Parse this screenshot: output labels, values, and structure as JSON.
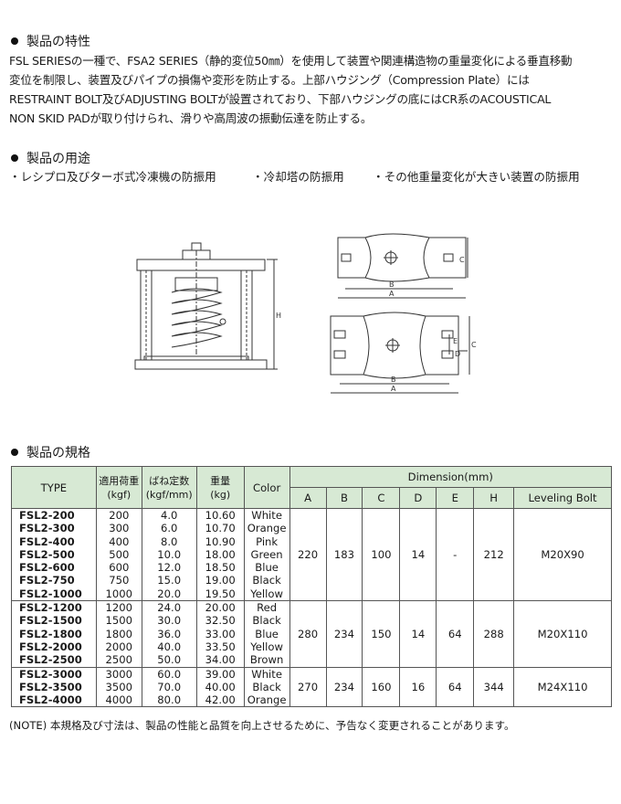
{
  "features": {
    "heading": "製品の特性",
    "lines": [
      "FSL SERIESの一種で、FSA2 SERIES（静的変位50㎜）を使用して装置や関連構造物の重量変化による垂直移動",
      "変位を制限し、装置及びパイプの損傷や変形を防止する。上部ハウジング（Compression Plate）には",
      "RESTRAINT BOLT及びADJUSTING BOLTが設置されており、下部ハウジングの底にはCR系のACOUSTICAL",
      "NON SKID PADが取り付けられ、滑りや高周波の振動伝達を防止する。"
    ]
  },
  "uses": {
    "heading": "製品の用途",
    "items": [
      "・レシプロ及びターボ式冷凍機の防振用",
      "・冷却塔の防振用",
      "・その他重量変化が大きい装置の防振用"
    ]
  },
  "drawing": {
    "label_h": "H",
    "label_a": "A",
    "label_b": "B",
    "label_c": "C",
    "label_d": "D",
    "label_e": "E"
  },
  "spec": {
    "heading": "製品の規格",
    "headers": {
      "type": "TYPE",
      "load": "適用荷重",
      "load_unit": "(kgf)",
      "spring": "ばね定数",
      "spring_unit": "(kgf/mm)",
      "weight": "重量",
      "weight_unit": "(kg)",
      "color": "Color",
      "dimension": "Dimension(mm)",
      "a": "A",
      "b": "B",
      "c": "C",
      "d": "D",
      "e": "E",
      "h": "H",
      "bolt": "Leveling Bolt"
    },
    "groups": [
      {
        "types": [
          "FSL2-200",
          "FSL2-300",
          "FSL2-400",
          "FSL2-500",
          "FSL2-600",
          "FSL2-750",
          "FSL2-1000"
        ],
        "loads": [
          "200",
          "300",
          "400",
          "500",
          "600",
          "750",
          "1000"
        ],
        "springs": [
          "4.0",
          "6.0",
          "8.0",
          "10.0",
          "12.0",
          "15.0",
          "20.0"
        ],
        "weights": [
          "10.60",
          "10.70",
          "10.90",
          "18.00",
          "18.50",
          "19.00",
          "19.50"
        ],
        "colors": [
          "White",
          "Orange",
          "Pink",
          "Green",
          "Blue",
          "Black",
          "Yellow"
        ],
        "a": "220",
        "b": "183",
        "c": "100",
        "d": "14",
        "e": "-",
        "h": "212",
        "bolt": "M20X90"
      },
      {
        "types": [
          "FSL2-1200",
          "FSL2-1500",
          "FSL2-1800",
          "FSL2-2000",
          "FSL2-2500"
        ],
        "loads": [
          "1200",
          "1500",
          "1800",
          "2000",
          "2500"
        ],
        "springs": [
          "24.0",
          "30.0",
          "36.0",
          "40.0",
          "50.0"
        ],
        "weights": [
          "20.00",
          "32.50",
          "33.00",
          "33.50",
          "34.00"
        ],
        "colors": [
          "Red",
          "Black",
          "Blue",
          "Yellow",
          "Brown"
        ],
        "a": "280",
        "b": "234",
        "c": "150",
        "d": "14",
        "e": "64",
        "h": "288",
        "bolt": "M20X110"
      },
      {
        "types": [
          "FSL2-3000",
          "FSL2-3500",
          "FSL2-4000"
        ],
        "loads": [
          "3000",
          "3500",
          "4000"
        ],
        "springs": [
          "60.0",
          "70.0",
          "80.0"
        ],
        "weights": [
          "39.00",
          "40.00",
          "42.00"
        ],
        "colors": [
          "White",
          "Black",
          "Orange"
        ],
        "a": "270",
        "b": "234",
        "c": "160",
        "d": "16",
        "e": "64",
        "h": "344",
        "bolt": "M24X110"
      }
    ]
  },
  "note": "(NOTE) 本規格及び寸法は、製品の性能と品質を向上させるために、予告なく変更されることがあります。"
}
